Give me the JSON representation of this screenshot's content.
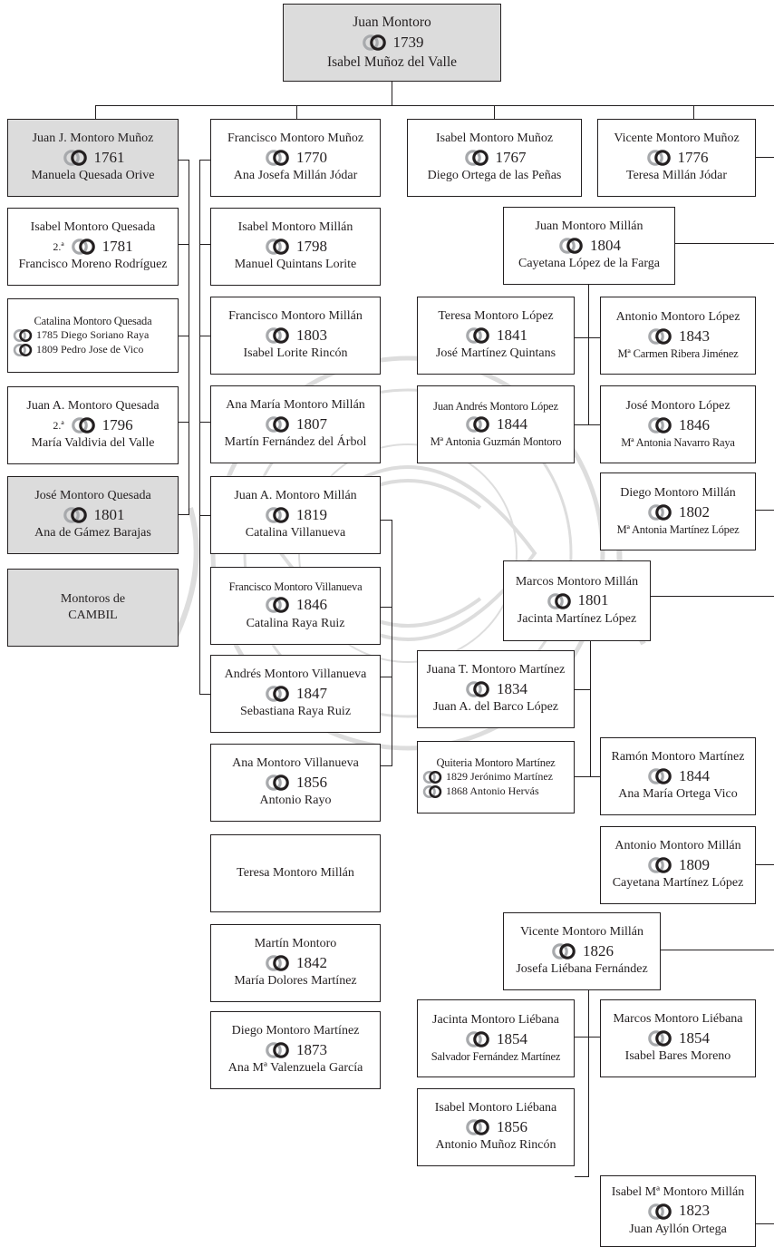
{
  "root": {
    "name": "Juan Montoro",
    "year": "1739",
    "spouse": "Isabel Muñoz del Valle"
  },
  "col1": {
    "b1": {
      "name": "Juan J. Montoro Muñoz",
      "year": "1761",
      "spouse": "Manuela Quesada Orive"
    },
    "b2": {
      "name": "Isabel Montoro Quesada",
      "prefix": "2.ª",
      "year": "1781",
      "spouse": "Francisco Moreno Rodríguez"
    },
    "b3": {
      "name": "Catalina Montoro Quesada",
      "m1": "1785 Diego Soriano Raya",
      "m2": "1809 Pedro Jose de Vico"
    },
    "b4": {
      "name": "Juan A. Montoro Quesada",
      "prefix": "2.ª",
      "year": "1796",
      "spouse": "María Valdivia del Valle"
    },
    "b5": {
      "name": "José Montoro Quesada",
      "year": "1801",
      "spouse": "Ana de Gámez Barajas"
    },
    "b6": {
      "line1": "Montoros de",
      "line2": "CAMBIL"
    }
  },
  "col2": {
    "b1": {
      "name": "Francisco Montoro Muñoz",
      "year": "1770",
      "spouse": "Ana Josefa Millán Jódar"
    },
    "b2": {
      "name": "Isabel Montoro Millán",
      "year": "1798",
      "spouse": "Manuel Quintans Lorite"
    },
    "b3": {
      "name": "Francisco Montoro Millán",
      "year": "1803",
      "spouse": "Isabel Lorite Rincón"
    },
    "b4": {
      "name": "Ana María Montoro Millán",
      "year": "1807",
      "spouse": "Martín Fernández del Árbol"
    },
    "b5": {
      "name": "Juan A. Montoro Millán",
      "year": "1819",
      "spouse": "Catalina Villanueva"
    },
    "b6": {
      "name": "Francisco Montoro Villanueva",
      "year": "1846",
      "spouse": "Catalina Raya Ruiz"
    },
    "b7": {
      "name": "Andrés Montoro Villanueva",
      "year": "1847",
      "spouse": "Sebastiana Raya Ruiz"
    },
    "b8": {
      "name": "Ana Montoro Villanueva",
      "year": "1856",
      "spouse": "Antonio Rayo"
    },
    "b9": {
      "name": "Teresa Montoro Millán"
    },
    "b10": {
      "name": "Martín Montoro",
      "year": "1842",
      "spouse": "María Dolores Martínez"
    },
    "b11": {
      "name": "Diego Montoro Martínez",
      "year": "1873",
      "spouse": "Ana Mª Valenzuela García"
    }
  },
  "col3": {
    "b1": {
      "name": "Isabel Montoro Muñoz",
      "year": "1767",
      "spouse": "Diego Ortega de las Peñas"
    },
    "b2": {
      "name": "Juan Montoro Millán",
      "year": "1804",
      "spouse": "Cayetana López de la Farga"
    },
    "b3": {
      "name": "Teresa Montoro López",
      "year": "1841",
      "spouse": "José Martínez Quintans"
    },
    "b4": {
      "name": "Juan Andrés Montoro López",
      "year": "1844",
      "spouse": "Mª Antonia Guzmán Montoro"
    },
    "b5": {
      "name": "Marcos Montoro Millán",
      "year": "1801",
      "spouse": "Jacinta Martínez López"
    },
    "b6": {
      "name": "Juana T. Montoro Martínez",
      "year": "1834",
      "spouse": "Juan A. del Barco López"
    },
    "b7": {
      "name": "Quiteria Montoro Martínez",
      "m1": "1829 Jerónimo Martínez",
      "m2": "1868 Antonio Hervás"
    },
    "b8": {
      "name": "Vicente Montoro Millán",
      "year": "1826",
      "spouse": "Josefa Liébana Fernández"
    },
    "b9": {
      "name": "Jacinta Montoro Liébana",
      "year": "1854",
      "spouse": "Salvador Fernández Martínez"
    },
    "b10": {
      "name": "Isabel Montoro Liébana",
      "year": "1856",
      "spouse": "Antonio Muñoz Rincón"
    }
  },
  "col4": {
    "b1": {
      "name": "Vicente Montoro Muñoz",
      "year": "1776",
      "spouse": "Teresa Millán Jódar"
    },
    "b2": {
      "name": "Antonio Montoro López",
      "year": "1843",
      "spouse": "Mª Carmen Ribera Jiménez"
    },
    "b3": {
      "name": "José Montoro López",
      "year": "1846",
      "spouse": "Mª Antonia Navarro Raya"
    },
    "b4": {
      "name": "Diego Montoro Millán",
      "year": "1802",
      "spouse": "Mª Antonia Martínez López"
    },
    "b5": {
      "name": "Ramón Montoro Martínez",
      "year": "1844",
      "spouse": "Ana María Ortega Vico"
    },
    "b6": {
      "name": "Antonio Montoro Millán",
      "year": "1809",
      "spouse": "Cayetana Martínez López"
    },
    "b7": {
      "name": "Marcos Montoro Liébana",
      "year": "1854",
      "spouse": "Isabel Bares Moreno"
    },
    "b8": {
      "name": "Isabel Mª Montoro Millán",
      "year": "1823",
      "spouse": "Juan Ayllón Ortega"
    }
  },
  "icons": {
    "marriage": "wedding-rings-icon",
    "watermark": "ornamental-seal"
  },
  "colors": {
    "line": "#231f20",
    "highlight_fill": "#dcdcdc",
    "ring_light": "#a7a9ac",
    "ring_dark": "#231f20"
  }
}
